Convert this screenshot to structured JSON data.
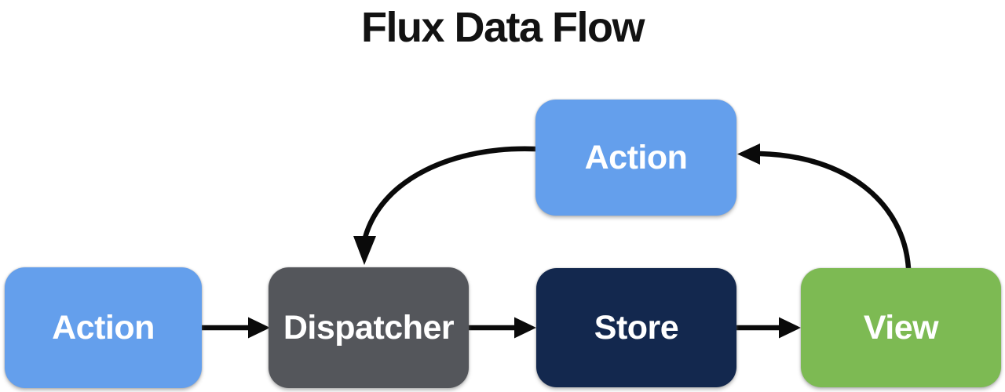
{
  "title": "Flux Data Flow",
  "colors": {
    "action": "#649FEC",
    "dispatcher": "#54565B",
    "store": "#13284E",
    "view": "#7DBA53",
    "arrow": "#0a0a0a",
    "background": "#ffffff",
    "title_text": "#121212",
    "node_text": "#ffffff"
  },
  "nodes": {
    "action_top": {
      "label": "Action"
    },
    "action_left": {
      "label": "Action"
    },
    "dispatcher": {
      "label": "Dispatcher"
    },
    "store": {
      "label": "Store"
    },
    "view": {
      "label": "View"
    }
  },
  "edges": [
    {
      "from": "action-left",
      "to": "dispatcher",
      "style": "straight-arrow"
    },
    {
      "from": "dispatcher",
      "to": "store",
      "style": "straight-arrow"
    },
    {
      "from": "store",
      "to": "view",
      "style": "straight-arrow"
    },
    {
      "from": "view",
      "to": "action-top",
      "style": "curved-arrow"
    },
    {
      "from": "action-top",
      "to": "dispatcher",
      "style": "curved-arrow"
    }
  ]
}
